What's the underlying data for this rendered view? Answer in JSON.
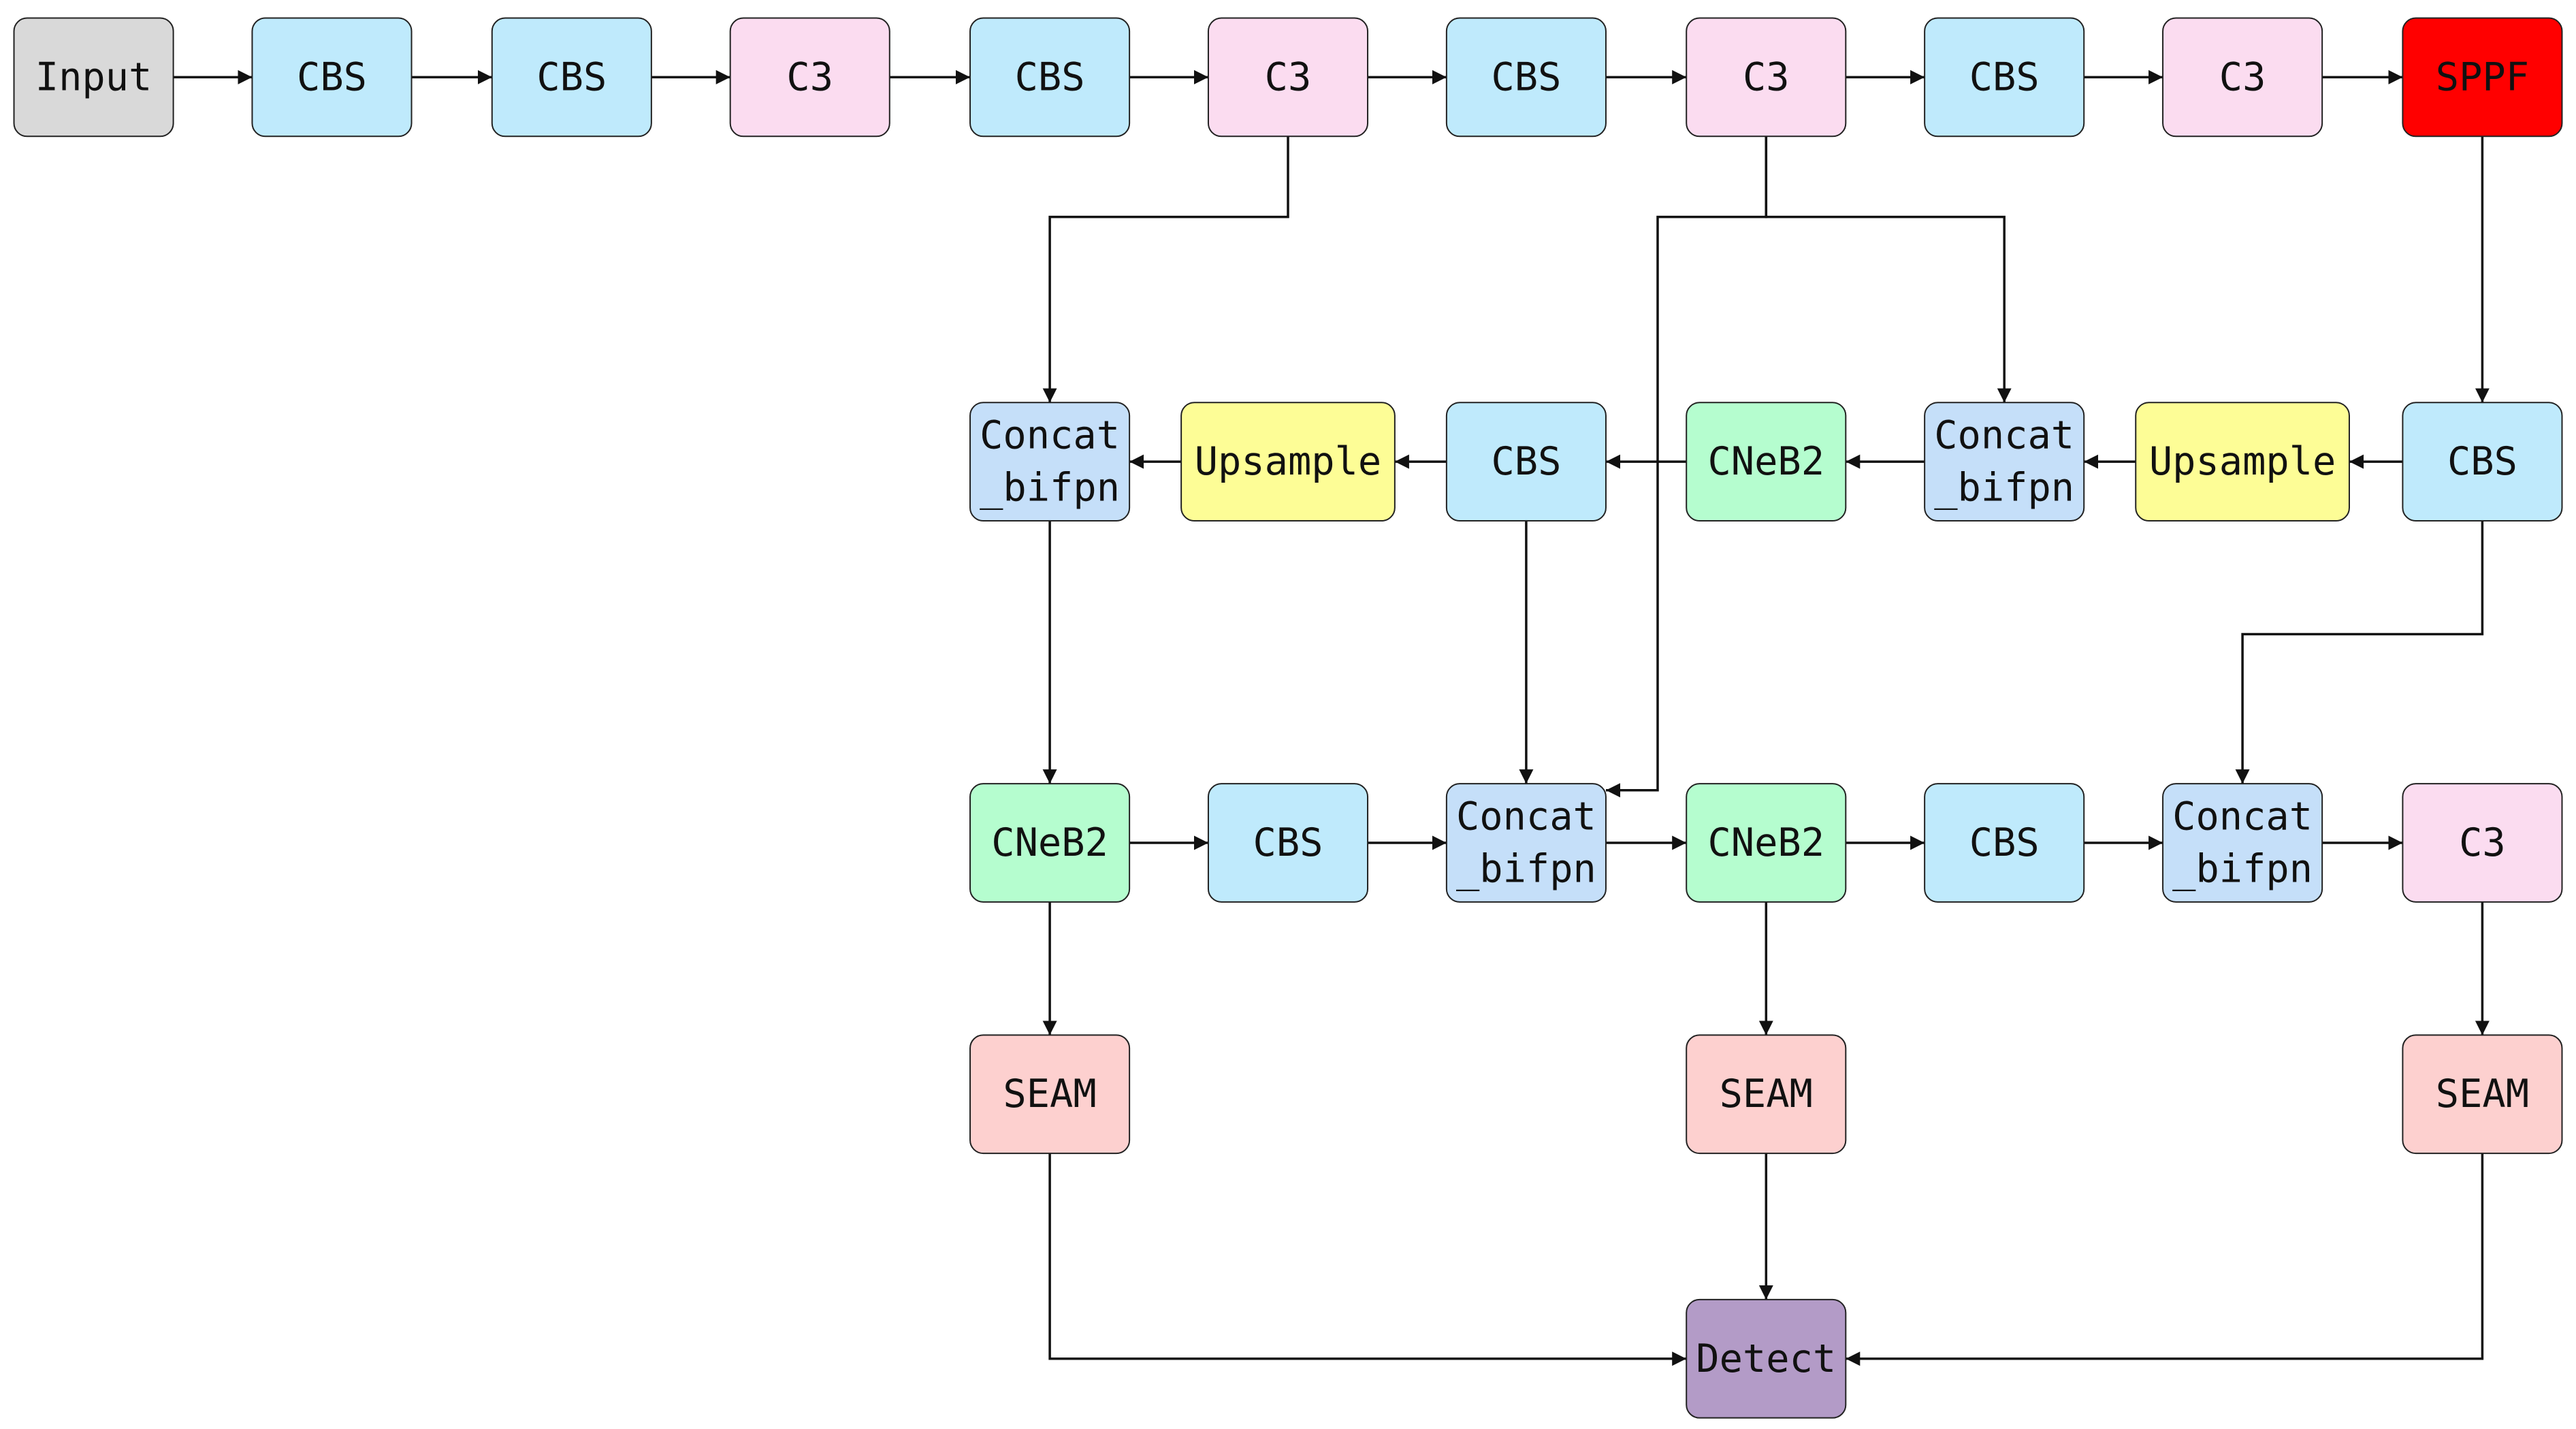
{
  "colors": {
    "input": "#d9d9d9",
    "cbs": "#bfeafc",
    "c3": "#fbdcf0",
    "sppf": "#ff0000",
    "concat": "#c5dff9",
    "upsample": "#fdfd96",
    "cneb2": "#b5fdcf",
    "seam": "#fdd0cf",
    "detect": "#b39bc7"
  },
  "nodes": [
    {
      "id": "input",
      "lines": [
        "Input"
      ],
      "type": "input"
    },
    {
      "id": "cbs1",
      "lines": [
        "CBS"
      ],
      "type": "cbs"
    },
    {
      "id": "cbs2",
      "lines": [
        "CBS"
      ],
      "type": "cbs"
    },
    {
      "id": "c3a",
      "lines": [
        "C3"
      ],
      "type": "c3"
    },
    {
      "id": "cbs3",
      "lines": [
        "CBS"
      ],
      "type": "cbs"
    },
    {
      "id": "c3b",
      "lines": [
        "C3"
      ],
      "type": "c3"
    },
    {
      "id": "cbs4",
      "lines": [
        "CBS"
      ],
      "type": "cbs"
    },
    {
      "id": "c3c",
      "lines": [
        "C3"
      ],
      "type": "c3"
    },
    {
      "id": "cbs5",
      "lines": [
        "CBS"
      ],
      "type": "cbs"
    },
    {
      "id": "c3d",
      "lines": [
        "C3"
      ],
      "type": "c3"
    },
    {
      "id": "sppf",
      "lines": [
        "SPPF"
      ],
      "type": "sppf"
    },
    {
      "id": "concat1",
      "lines": [
        "Concat",
        "_bifpn"
      ],
      "type": "concat"
    },
    {
      "id": "up1",
      "lines": [
        "Upsample"
      ],
      "type": "upsample"
    },
    {
      "id": "cbs6",
      "lines": [
        "CBS"
      ],
      "type": "cbs"
    },
    {
      "id": "cneb1",
      "lines": [
        "CNeB2"
      ],
      "type": "cneb2"
    },
    {
      "id": "concat2",
      "lines": [
        "Concat",
        "_bifpn"
      ],
      "type": "concat"
    },
    {
      "id": "up2",
      "lines": [
        "Upsample"
      ],
      "type": "upsample"
    },
    {
      "id": "cbs7",
      "lines": [
        "CBS"
      ],
      "type": "cbs"
    },
    {
      "id": "cneb2",
      "lines": [
        "CNeB2"
      ],
      "type": "cneb2"
    },
    {
      "id": "cbs8",
      "lines": [
        "CBS"
      ],
      "type": "cbs"
    },
    {
      "id": "concat3",
      "lines": [
        "Concat",
        "_bifpn"
      ],
      "type": "concat"
    },
    {
      "id": "cneb3",
      "lines": [
        "CNeB2"
      ],
      "type": "cneb2"
    },
    {
      "id": "cbs9",
      "lines": [
        "CBS"
      ],
      "type": "cbs"
    },
    {
      "id": "concat4",
      "lines": [
        "Concat",
        "_bifpn"
      ],
      "type": "concat"
    },
    {
      "id": "c3e",
      "lines": [
        "C3"
      ],
      "type": "c3"
    },
    {
      "id": "seam1",
      "lines": [
        "SEAM"
      ],
      "type": "seam"
    },
    {
      "id": "seam2",
      "lines": [
        "SEAM"
      ],
      "type": "seam"
    },
    {
      "id": "seam3",
      "lines": [
        "SEAM"
      ],
      "type": "seam"
    },
    {
      "id": "detect",
      "lines": [
        "Detect"
      ],
      "type": "detect"
    }
  ],
  "edges": [
    {
      "from": "input",
      "to": "cbs1"
    },
    {
      "from": "cbs1",
      "to": "cbs2"
    },
    {
      "from": "cbs2",
      "to": "c3a"
    },
    {
      "from": "c3a",
      "to": "cbs3"
    },
    {
      "from": "cbs3",
      "to": "c3b"
    },
    {
      "from": "c3b",
      "to": "cbs4"
    },
    {
      "from": "cbs4",
      "to": "c3c"
    },
    {
      "from": "c3c",
      "to": "cbs5"
    },
    {
      "from": "cbs5",
      "to": "c3d"
    },
    {
      "from": "c3d",
      "to": "sppf"
    },
    {
      "from": "sppf",
      "to": "cbs7"
    },
    {
      "from": "cbs7",
      "to": "up2"
    },
    {
      "from": "up2",
      "to": "concat2"
    },
    {
      "from": "c3c",
      "to": "concat2"
    },
    {
      "from": "concat2",
      "to": "cneb1"
    },
    {
      "from": "cneb1",
      "to": "cbs6"
    },
    {
      "from": "cbs6",
      "to": "up1"
    },
    {
      "from": "up1",
      "to": "concat1"
    },
    {
      "from": "c3b",
      "to": "concat1"
    },
    {
      "from": "concat1",
      "to": "cneb2"
    },
    {
      "from": "cneb2",
      "to": "cbs8"
    },
    {
      "from": "cbs8",
      "to": "concat3"
    },
    {
      "from": "cbs6",
      "to": "concat3"
    },
    {
      "from": "c3c",
      "to": "concat3"
    },
    {
      "from": "concat3",
      "to": "cneb3"
    },
    {
      "from": "cneb3",
      "to": "cbs9"
    },
    {
      "from": "cbs9",
      "to": "concat4"
    },
    {
      "from": "cbs7",
      "to": "concat4"
    },
    {
      "from": "concat4",
      "to": "c3e"
    },
    {
      "from": "cneb2",
      "to": "seam1"
    },
    {
      "from": "cneb3",
      "to": "seam2"
    },
    {
      "from": "c3e",
      "to": "seam3"
    },
    {
      "from": "seam1",
      "to": "detect"
    },
    {
      "from": "seam2",
      "to": "detect"
    },
    {
      "from": "seam3",
      "to": "detect"
    }
  ]
}
